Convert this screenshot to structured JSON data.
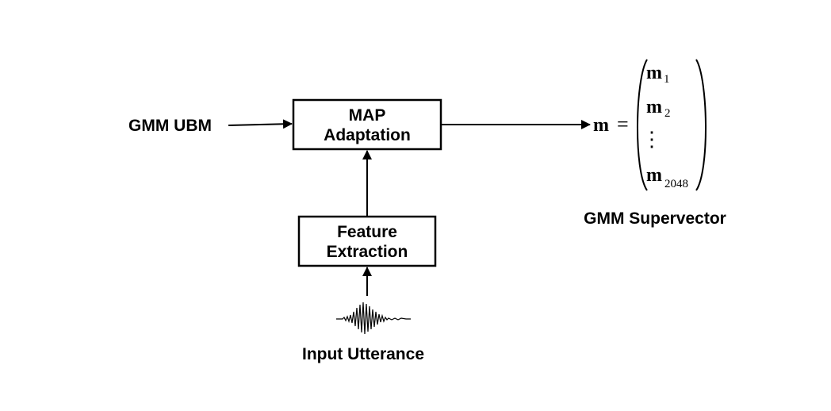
{
  "inputs": {
    "ubm_label": "GMM UBM",
    "utterance_label": "Input Utterance"
  },
  "blocks": {
    "map_line1": "MAP",
    "map_line2": "Adaptation",
    "feature_line1": "Feature",
    "feature_line2": "Extraction"
  },
  "output": {
    "symbol": "m",
    "equals": "=",
    "vector": [
      {
        "base": "m",
        "sub": "1"
      },
      {
        "base": "m",
        "sub": "2"
      },
      {
        "base": "m",
        "sub": "2048"
      }
    ],
    "ellipsis": "⋮",
    "caption": "GMM Supervector"
  }
}
